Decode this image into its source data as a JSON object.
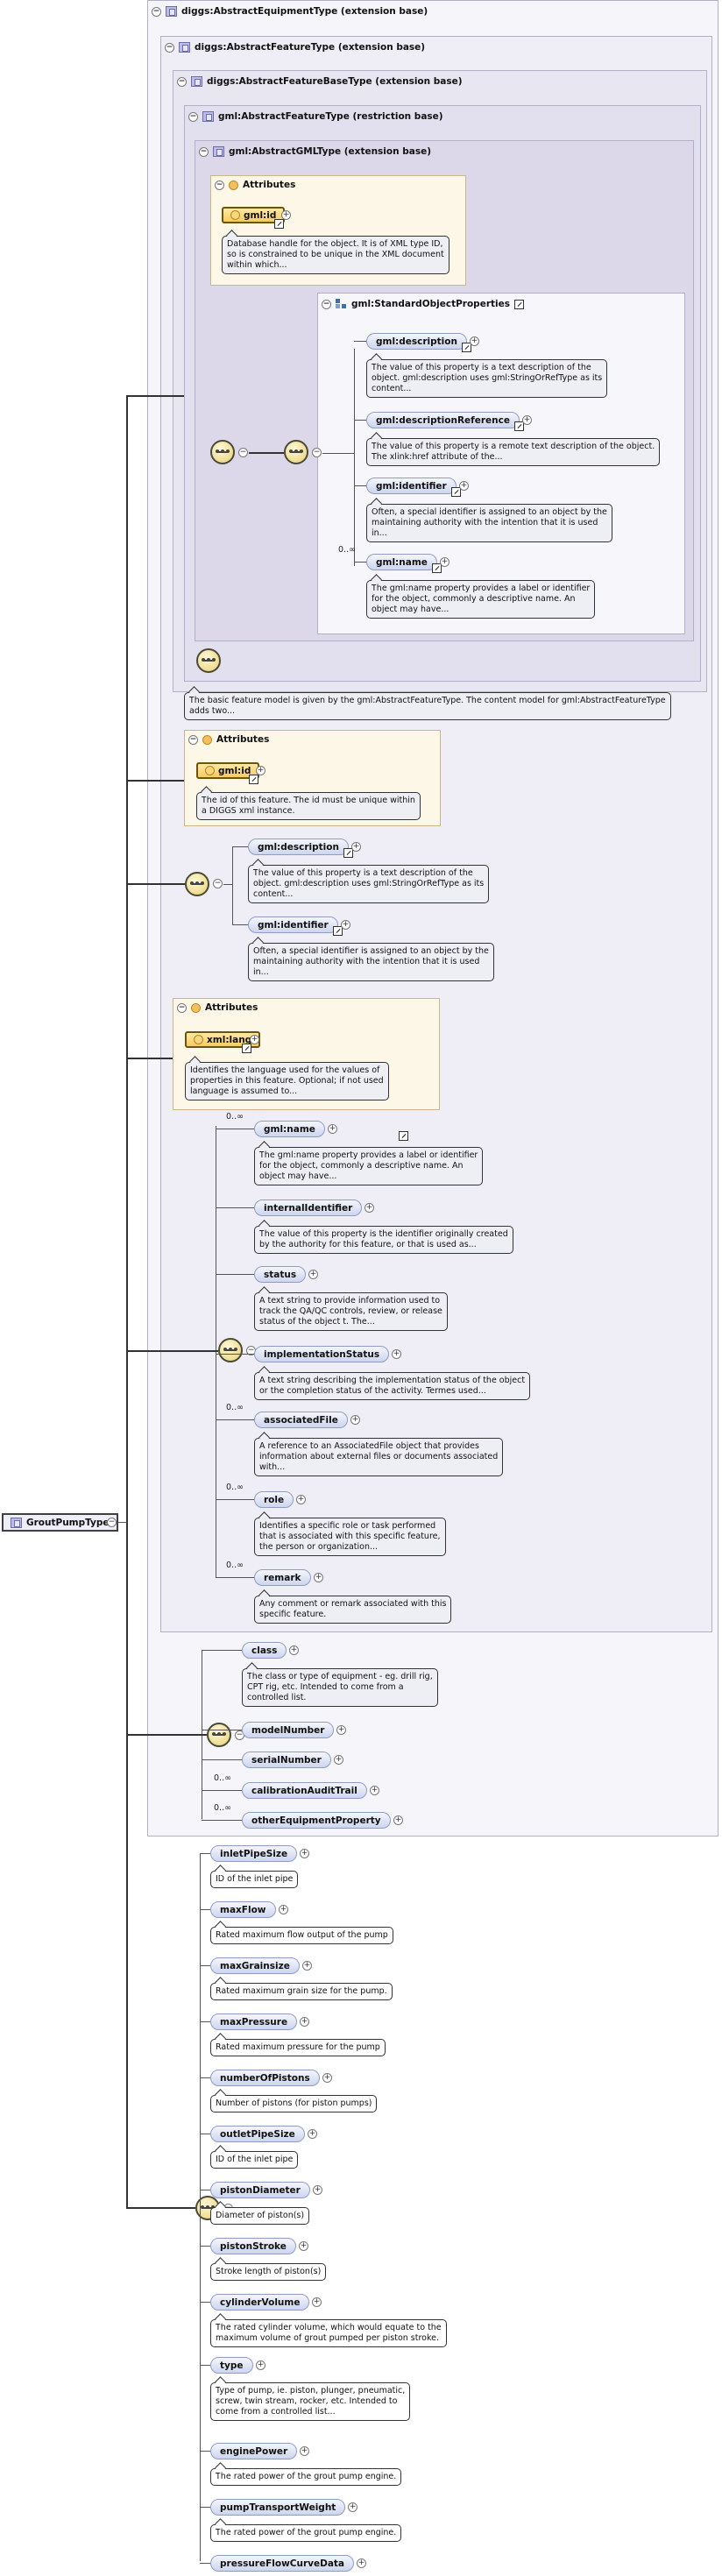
{
  "root": {
    "label": "GroutPumpType"
  },
  "boxes": {
    "equipment": "diggs:AbstractEquipmentType (extension base)",
    "feature": "diggs:AbstractFeatureType (extension base)",
    "featureBase": "diggs:AbstractFeatureBaseType (extension base)",
    "gmlFeature": "gml:AbstractFeatureType (restriction base)",
    "gmlGML": "gml:AbstractGMLType (extension base)",
    "stdProps": "gml:StandardObjectProperties"
  },
  "attributes_label": "Attributes",
  "gml_attrs": {
    "id_label": "gml:id",
    "id_desc": "Database handle for the object. It is of XML type ID,\nso is constrained to be unique in the XML document\nwithin which..."
  },
  "std_props": [
    {
      "label": "gml:description",
      "desc": "The value of this property is a text description of the\nobject. gml:description uses gml:StringOrRefType as its\ncontent..."
    },
    {
      "label": "gml:descriptionReference",
      "desc": "The value of this property is a remote text description of the object.\nThe xlink:href attribute of the..."
    },
    {
      "label": "gml:identifier",
      "desc": "Often, a special identifier is assigned to an object by the\nmaintaining authority with the intention that it is used\nin..."
    },
    {
      "label": "gml:name",
      "card": "0..∞",
      "desc": "The gml:name property provides a label or identifier\nfor the object, commonly a descriptive name. An\nobject may have..."
    }
  ],
  "feature_desc": "The basic feature model is given by the gml:AbstractFeatureType. The content model for gml:AbstractFeatureType\nadds two...",
  "base_attrs": {
    "id_label": "gml:id",
    "id_desc": "The id of this feature. The id must be unique within\na DIGGS xml instance."
  },
  "base_props": [
    {
      "label": "gml:description",
      "desc": "The value of this property is a text description of the\nobject. gml:description uses gml:StringOrRefType as its\ncontent..."
    },
    {
      "label": "gml:identifier",
      "desc": "Often, a special identifier is assigned to an object by the\nmaintaining authority with the intention that it is used\nin..."
    }
  ],
  "feature_attrs": {
    "lang_label": "xml:lang",
    "lang_desc": "Identifies the language used for the values of\nproperties in this feature. Optional; if not used\nlanguage is assumed to..."
  },
  "feature_props": [
    {
      "label": "gml:name",
      "card": "0..∞",
      "desc": "The gml:name property provides a label or identifier\nfor the object, commonly a descriptive name. An\nobject may have..."
    },
    {
      "label": "internalIdentifier",
      "card": "",
      "desc": "The value of this property is the identifier originally created\nby the authority for this feature, or that is used as..."
    },
    {
      "label": "status",
      "card": "",
      "desc": "A text string to provide information used to\ntrack the QA/QC controls, review, or release\nstatus of the object t. The..."
    },
    {
      "label": "implementationStatus",
      "card": "",
      "desc": "A text string describing the implementation status of the object\nor the completion status of the activity. Termes used..."
    },
    {
      "label": "associatedFile",
      "card": "0..∞",
      "desc": "A reference to an AssociatedFile object that provides\ninformation about external files or documents associated\nwith..."
    },
    {
      "label": "role",
      "card": "0..∞",
      "desc": "Identifies a specific role or task performed\nthat is associated with this specific feature,\nthe person or organization..."
    },
    {
      "label": "remark",
      "card": "0..∞",
      "desc": "Any comment or remark associated with this\nspecific feature."
    }
  ],
  "equipment_props": [
    {
      "label": "class",
      "card": "",
      "desc": "The class or type of equipment - eg. drill rig,\nCPT rig, etc. Intended to come from a\ncontrolled list."
    },
    {
      "label": "modelNumber",
      "card": ""
    },
    {
      "label": "serialNumber",
      "card": ""
    },
    {
      "label": "calibrationAuditTrail",
      "card": "0..∞"
    },
    {
      "label": "otherEquipmentProperty",
      "card": "0..∞"
    }
  ],
  "pump_props": [
    {
      "label": "inletPipeSize",
      "desc": "ID of the inlet pipe"
    },
    {
      "label": "maxFlow",
      "desc": "Rated maximum flow output of the pump"
    },
    {
      "label": "maxGrainsize",
      "desc": "Rated maximum grain size for the pump."
    },
    {
      "label": "maxPressure",
      "desc": "Rated maximum pressure for the pump"
    },
    {
      "label": "numberOfPistons",
      "desc": "Number of pistons (for piston pumps)"
    },
    {
      "label": "outletPipeSize",
      "desc": "ID of the inlet pipe"
    },
    {
      "label": "pistonDiameter",
      "desc": "Diameter of piston(s)"
    },
    {
      "label": "pistonStroke",
      "desc": "Stroke length of piston(s)"
    },
    {
      "label": "cylinderVolume",
      "desc": "The rated cylinder volume, which would equate to the\nmaximum volume of grout pumped per piston stroke."
    },
    {
      "label": "type",
      "desc": "Type of pump, ie. piston, plunger, pneumatic,\nscrew, twin stream, rocker, etc. Intended to\ncome from a controlled list..."
    },
    {
      "label": "enginePower",
      "desc": "The rated power of the grout pump engine."
    },
    {
      "label": "pumpTransportWeight",
      "desc": "The rated power of the grout pump engine."
    },
    {
      "label": "pressureFlowCurveData",
      "desc": ""
    }
  ]
}
